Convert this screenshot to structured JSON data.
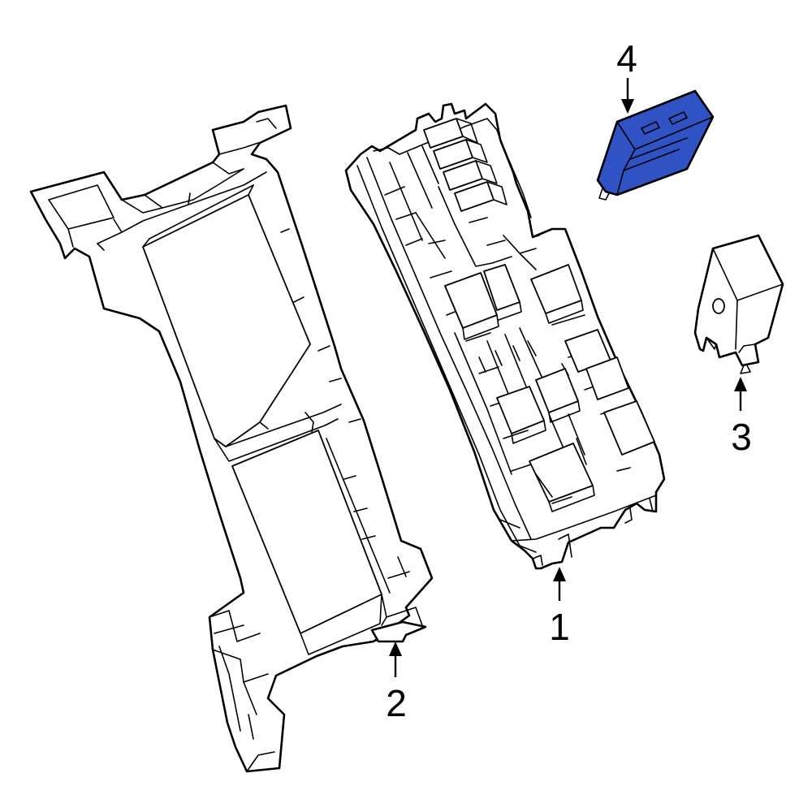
{
  "diagram": {
    "highlight_color": "#2f52c4",
    "line_color": "#000000",
    "background": "#ffffff",
    "callouts": [
      {
        "id": "1",
        "label": "1"
      },
      {
        "id": "2",
        "label": "2"
      },
      {
        "id": "3",
        "label": "3"
      },
      {
        "id": "4",
        "label": "4"
      }
    ]
  }
}
